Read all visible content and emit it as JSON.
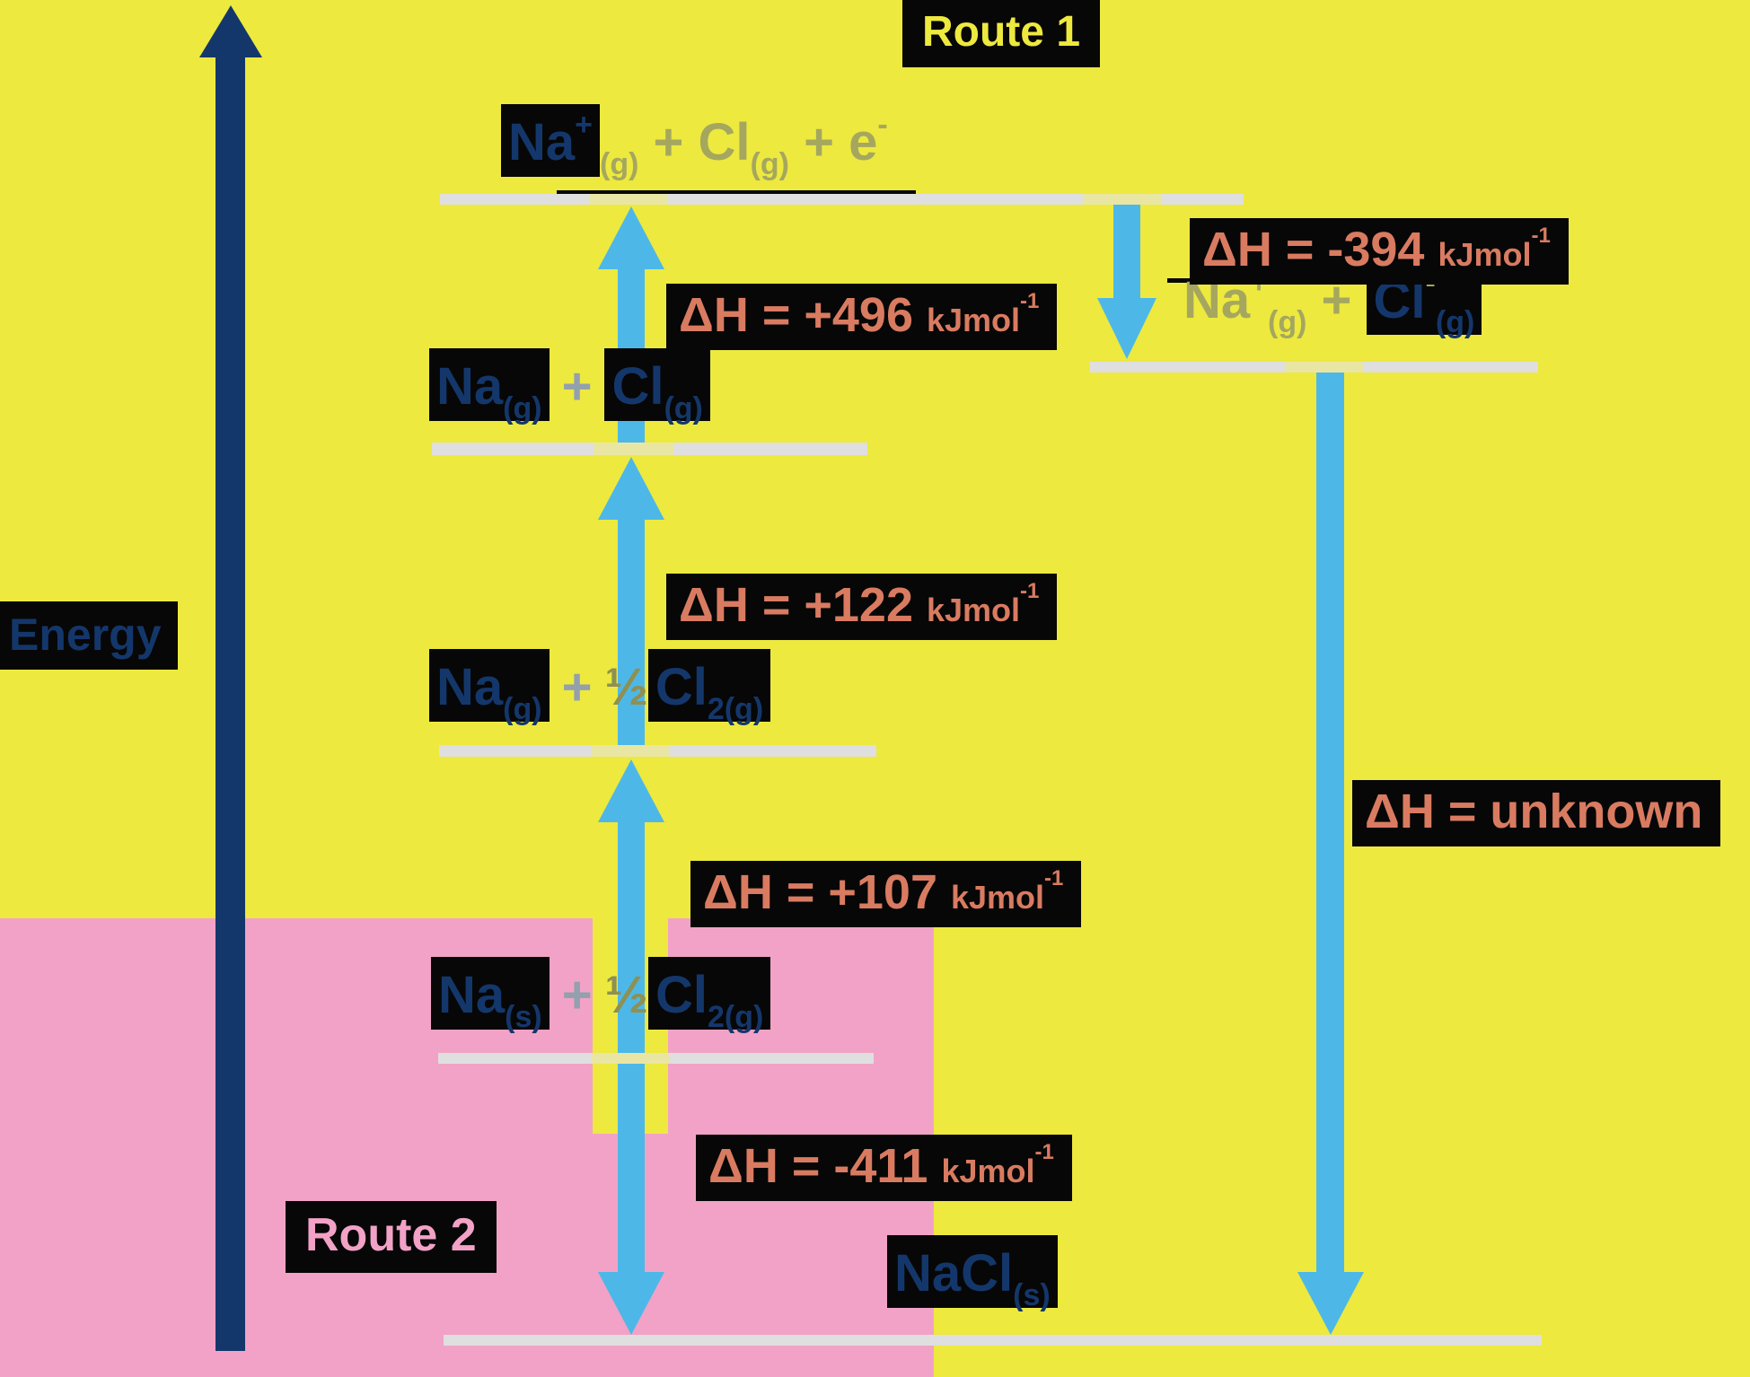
{
  "routes": {
    "route1": "Route 1",
    "route2": "Route 2"
  },
  "axis": {
    "label": "Energy"
  },
  "enthalpies": {
    "h496": {
      "eq": "ΔH = +496",
      "unit": "kJmol",
      "exp": "-1"
    },
    "h122": {
      "eq": "ΔH = +122",
      "unit": "kJmol",
      "exp": "-1"
    },
    "h107": {
      "eq": "ΔH = +107",
      "unit": "kJmol",
      "exp": "-1"
    },
    "h411": {
      "eq": "ΔH = -411",
      "unit": "kJmol",
      "exp": "-1"
    },
    "h394": {
      "eq": "ΔH = -394",
      "unit": "kJmol",
      "exp": "-1"
    },
    "hunknown": {
      "eq": "ΔH = unknown"
    }
  },
  "species": {
    "top": {
      "na": "Na",
      "na_sup": "+",
      "na_sub": "(g)",
      "plus1": " + ",
      "cl": "Cl",
      "cl_sub": "(g)",
      "plus2": " + e",
      "e_sup": "-"
    },
    "gas_atoms": {
      "na": "Na",
      "na_sub": "(g)",
      "plus": "+",
      "cl": "Cl",
      "cl_sub": "(g)"
    },
    "gas_na": {
      "na": "Na",
      "na_sub": "(g)",
      "plus": "+",
      "half": "½",
      "cl": "Cl",
      "cl_sub": "2(g)"
    },
    "elements": {
      "na": "Na",
      "na_sub": "(s)",
      "plus": "+",
      "half": "½",
      "cl": "Cl",
      "cl_sub": "2(g)"
    },
    "ions": {
      "na": "Na",
      "na_sup": "+",
      "na_sub": "(g)",
      "plus": " + ",
      "cl": "Cl",
      "cl_sup": "-",
      "cl_sub": "(g)"
    },
    "nacl": {
      "t": "NaCl",
      "sub": "(s)"
    }
  },
  "colors": {
    "background": "#EDE93F",
    "route2_region": "#F2A2C6",
    "navy": "#14376B",
    "arrow_blue": "#4DB8E8",
    "salmon": "#D97B61",
    "level_line": "#DFDFDF"
  }
}
